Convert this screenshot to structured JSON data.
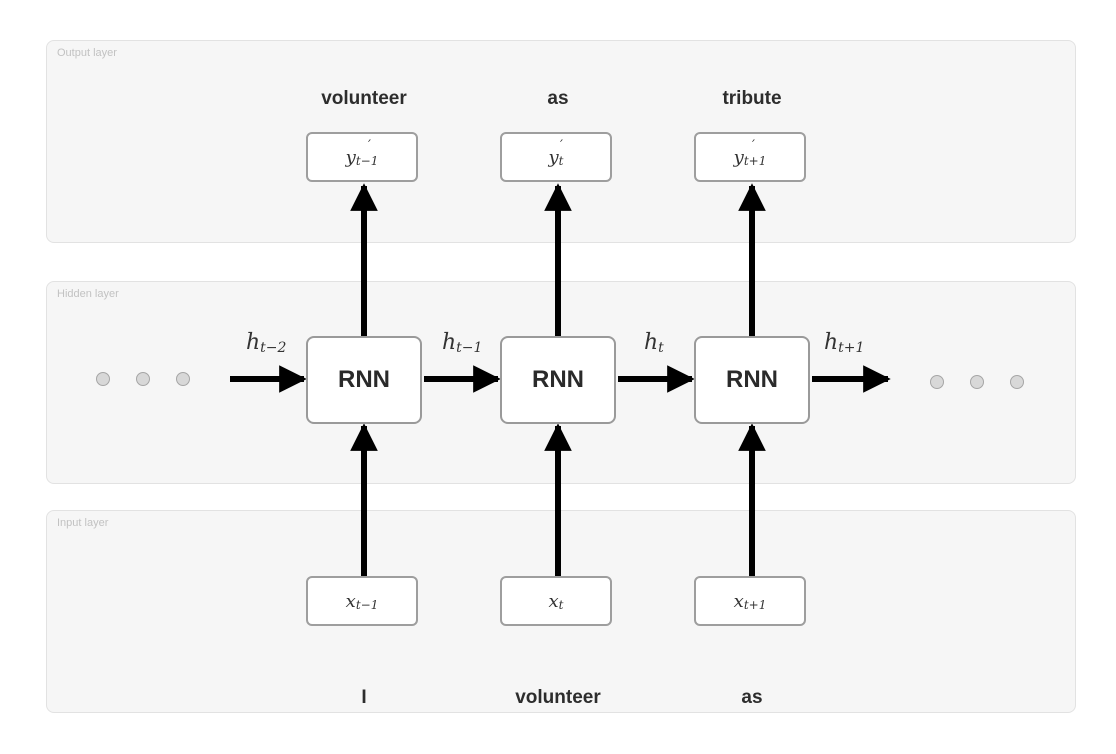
{
  "layers": {
    "output": "Output layer",
    "hidden": "Hidden layer",
    "input": "Input layer"
  },
  "output_words": [
    "volunteer",
    "as",
    "tribute"
  ],
  "input_words": [
    "I",
    "volunteer",
    "as"
  ],
  "outputs": [
    {
      "base": "y",
      "prime": "′",
      "sub": "t−1"
    },
    {
      "base": "y",
      "prime": "′",
      "sub": "t"
    },
    {
      "base": "y",
      "prime": "′",
      "sub": "t+1"
    }
  ],
  "inputs": [
    {
      "base": "x",
      "sub": "t−1"
    },
    {
      "base": "x",
      "sub": "t"
    },
    {
      "base": "x",
      "sub": "t+1"
    }
  ],
  "cell_label": "RNN",
  "hidden_states": [
    {
      "base": "h",
      "sub": "t−2"
    },
    {
      "base": "h",
      "sub": "t−1"
    },
    {
      "base": "h",
      "sub": "t"
    },
    {
      "base": "h",
      "sub": "t+1"
    }
  ]
}
